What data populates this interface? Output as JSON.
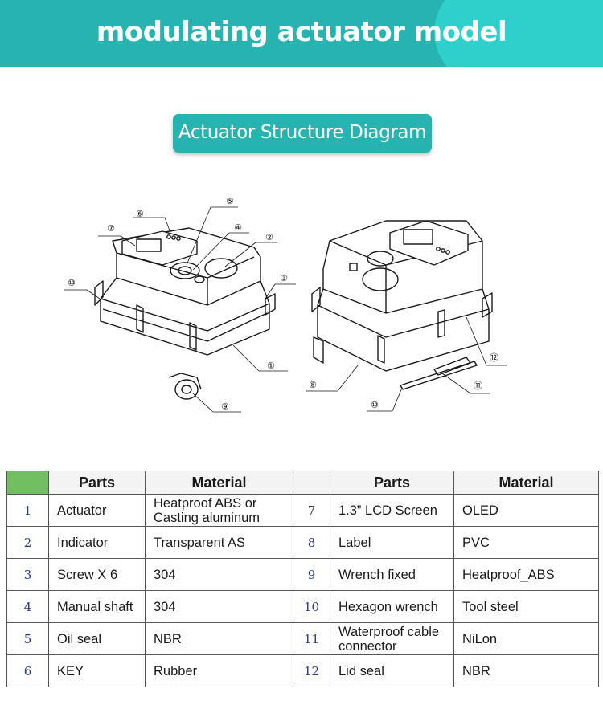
{
  "header": {
    "title": "modulating actuator model"
  },
  "subtitle": "Actuator Structure Diagram",
  "callouts": {
    "left": [
      "⑦",
      "⑥",
      "⑤",
      "④",
      "②",
      "③",
      "⑩",
      "①",
      "⑨"
    ],
    "right": [
      "⑧",
      "⑩",
      "⑪",
      "⑫"
    ]
  },
  "table": {
    "headers": [
      "Parts",
      "Material",
      "Parts",
      "Material"
    ],
    "rows": [
      {
        "n1": "1",
        "p1": "Actuator",
        "m1": "Heatproof ABS or  Casting aluminum",
        "n2": "7",
        "p2": "1.3” LCD Screen",
        "m2": "OLED"
      },
      {
        "n1": "2",
        "p1": "Indicator",
        "m1": "Transparent AS",
        "n2": "8",
        "p2": "Label",
        "m2": "PVC"
      },
      {
        "n1": "3",
        "p1": "Screw X 6",
        "m1": "304",
        "n2": "9",
        "p2": "Wrench fixed",
        "m2": "Heatproof_ABS"
      },
      {
        "n1": "4",
        "p1": "Manual shaft",
        "m1": "304",
        "n2": "10",
        "p2": "Hexagon wrench",
        "m2": "Tool steel"
      },
      {
        "n1": "5",
        "p1": "Oil seal",
        "m1": "NBR",
        "n2": "11",
        "p2": "Waterproof cable connector",
        "m2": "NiLon"
      },
      {
        "n1": "6",
        "p1": "KEY",
        "m1": "Rubber",
        "n2": "12",
        "p2": "Lid seal",
        "m2": "NBR"
      }
    ]
  },
  "colors": {
    "banner": "#27b3b0",
    "banner_light": "#2fd0cc",
    "corner": "#71bf60",
    "index_text": "#2a3b8f"
  }
}
